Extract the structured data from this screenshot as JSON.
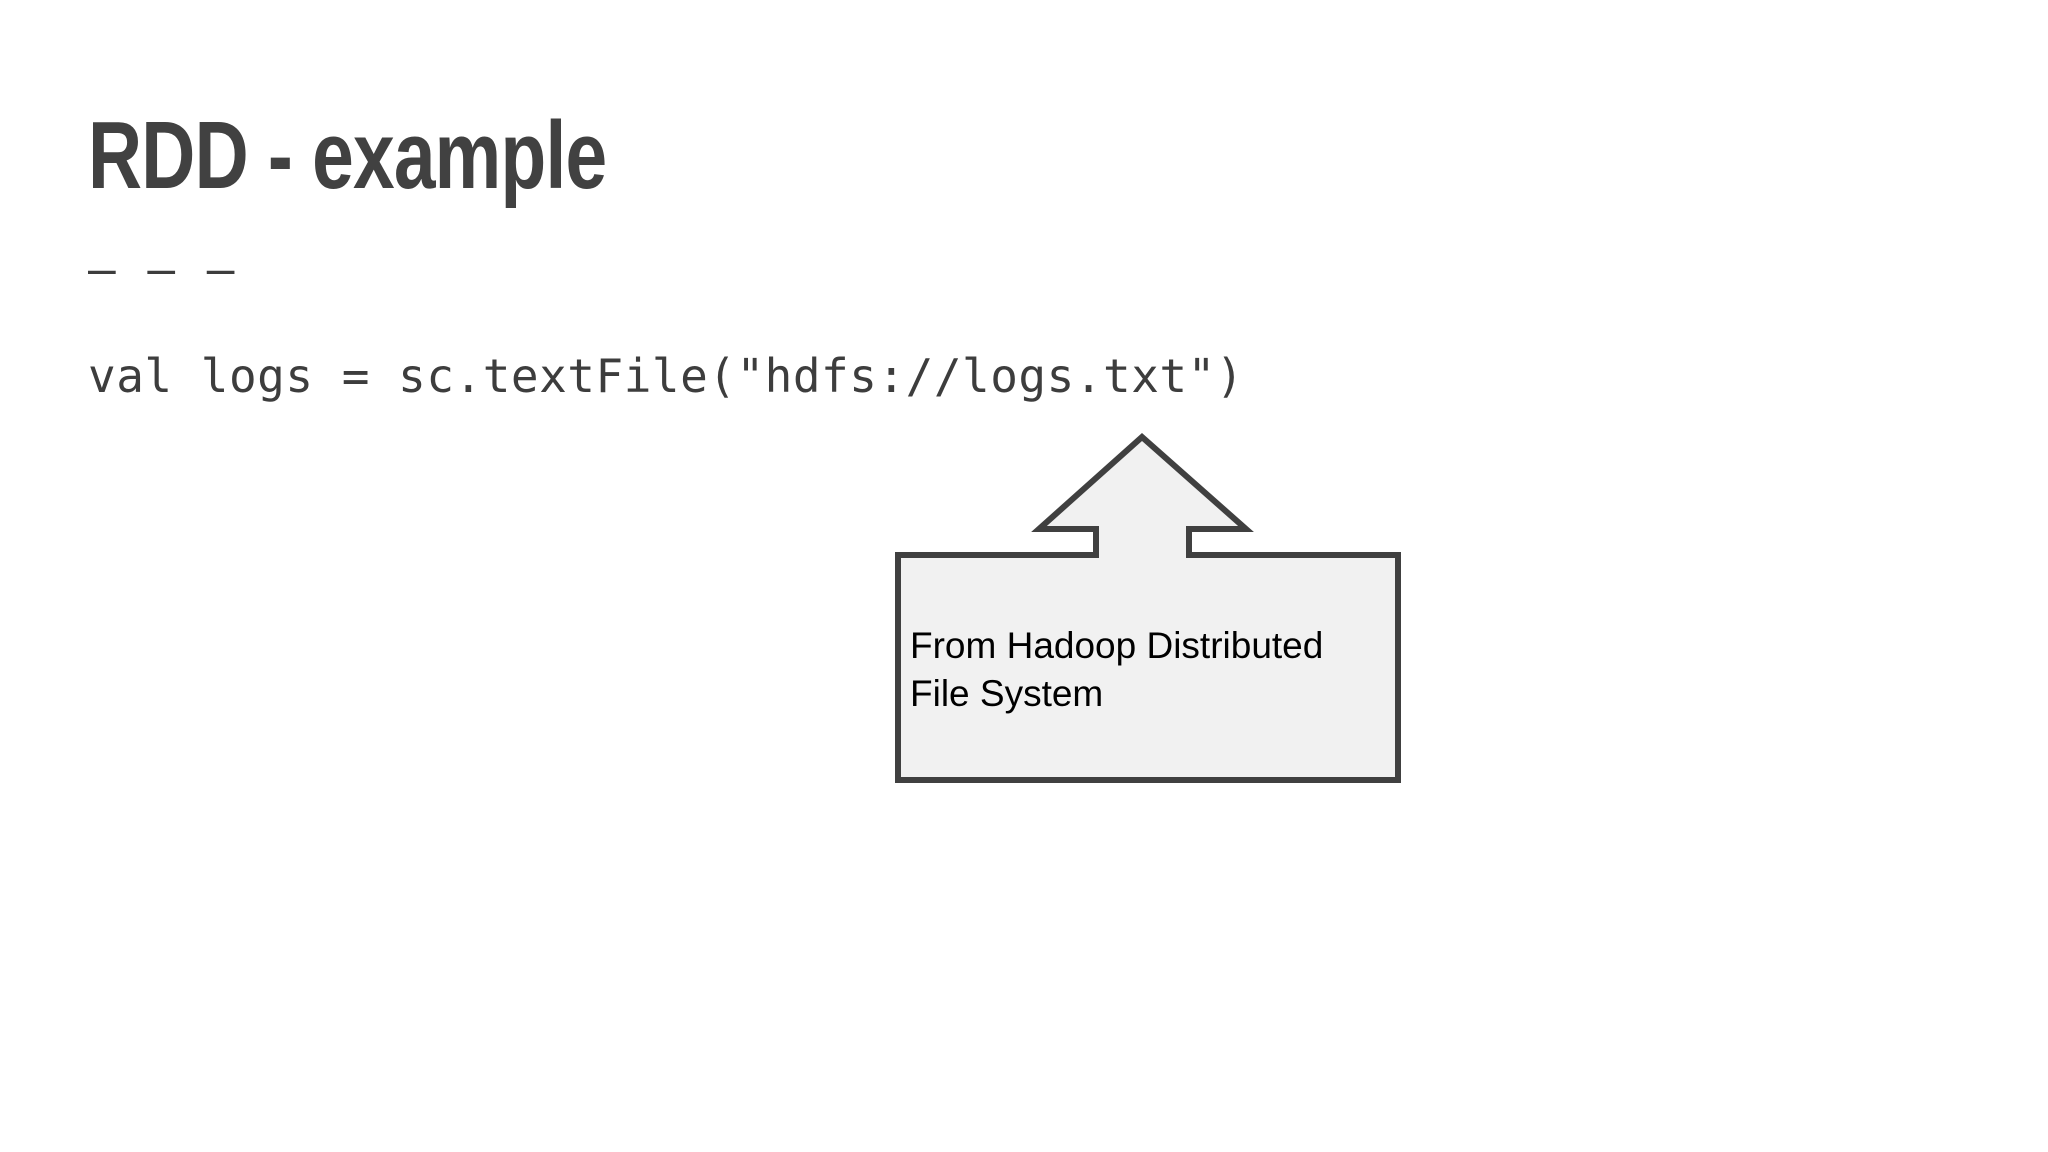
{
  "slide": {
    "background_color": "#ffffff",
    "title": "RDD - example",
    "title_color": "#414141",
    "divider": "— — —",
    "divider_color": "#3d3d3d"
  },
  "code": {
    "line": "val logs = sc.textFile(\"hdfs://logs.txt\")",
    "color": "#3d3d3d"
  },
  "callout": {
    "shape": "up-arrow-callout",
    "fill_color": "#f1f1f1",
    "stroke_color": "#404040",
    "text": "From Hadoop Distributed\nFile System",
    "text_color": "#000000"
  }
}
